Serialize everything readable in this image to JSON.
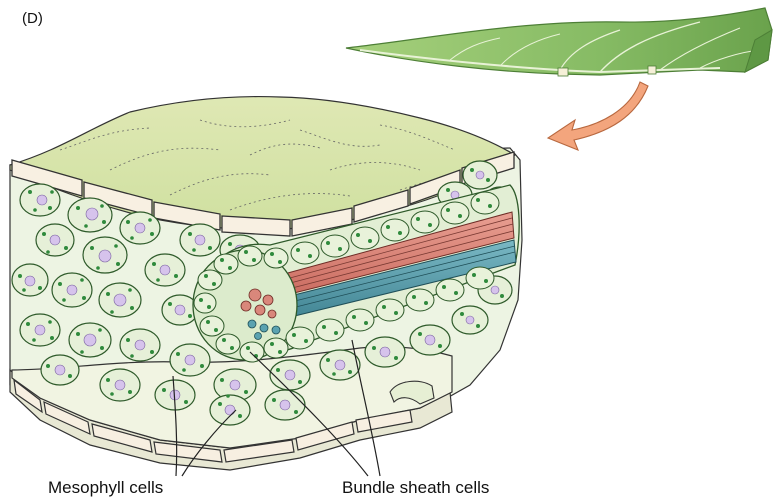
{
  "figure": {
    "panel_label": "(D)",
    "labels": {
      "mesophyll": "Mesophyll cells",
      "bundle_sheath": "Bundle sheath cells"
    }
  },
  "colors": {
    "leaf": "#8cc06a",
    "leaf_dark": "#5f9a45",
    "upper_surface": "#e4ecbd",
    "epidermis": "#f6eee0",
    "mesophyll_fill": "#e9f2dd",
    "chloroplast": "#2f8a3c",
    "nucleus": "#d8c6ea",
    "xylem": "#d9867a",
    "phloem": "#4f9aa8",
    "arrow": "#f2a27a"
  }
}
